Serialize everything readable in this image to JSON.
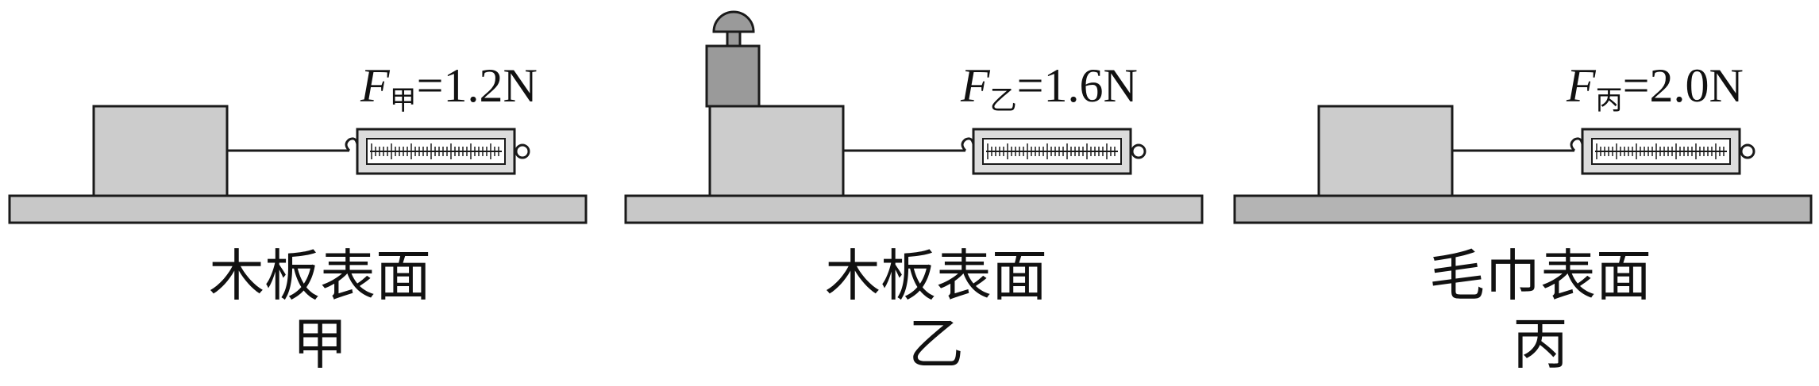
{
  "panels": [
    {
      "force_symbol": "F",
      "force_subscript": "甲",
      "force_value": "=1.2N",
      "surface": "木板表面",
      "name": "甲",
      "has_weight": false,
      "board_color": "#c8c8c8"
    },
    {
      "force_symbol": "F",
      "force_subscript": "乙",
      "force_value": "=1.6N",
      "surface": "木板表面",
      "name": "乙",
      "has_weight": true,
      "board_color": "#c8c8c8"
    },
    {
      "force_symbol": "F",
      "force_subscript": "丙",
      "force_value": "=2.0N",
      "surface": "毛巾表面",
      "name": "丙",
      "has_weight": false,
      "board_color": "#b4b4b4"
    }
  ],
  "colors": {
    "block": "#cccccc",
    "stroke": "#1a1a1a",
    "scale_body": "#dcdcdc"
  }
}
